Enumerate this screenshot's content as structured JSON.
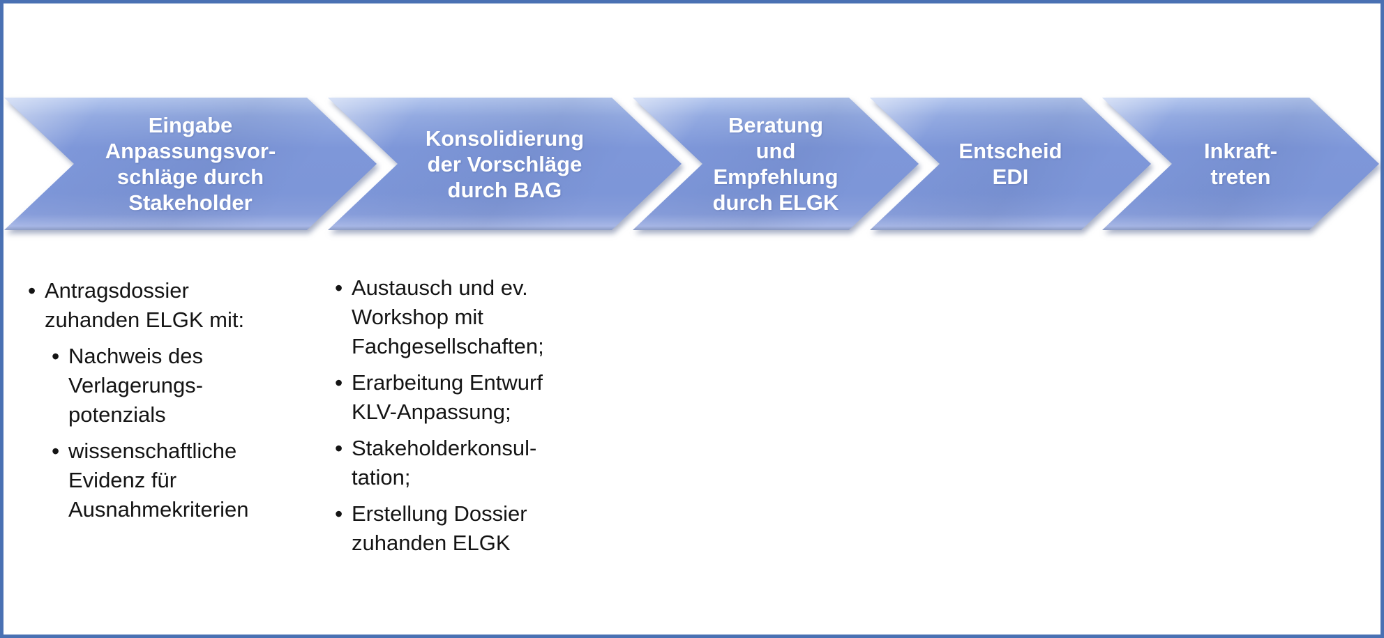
{
  "frame": {
    "border_color": "#4a71b3",
    "background": "#ffffff"
  },
  "process": {
    "type": "chevron-flow",
    "arrow_color": "#7d96d8",
    "arrow_color_light": "#b3c6ee",
    "text_color": "#ffffff",
    "steps": [
      {
        "label": "Eingabe\nAnpassungsvor-\nschläge durch\nStakeholder"
      },
      {
        "label": "Konsolidierung\nder Vorschläge\ndurch BAG"
      },
      {
        "label": "Beratung\nund\nEmpfehlung\ndurch ELGK"
      },
      {
        "label": "Entscheid\nEDI"
      },
      {
        "label": "Inkraft-\ntreten"
      }
    ]
  },
  "bullet_char": "•",
  "details": {
    "column1": {
      "items": [
        {
          "level": 1,
          "text": "Antragsdossier\nzuhanden ELGK mit:"
        },
        {
          "level": 2,
          "text": "Nachweis des\nVerlagerungs-\npotenzials"
        },
        {
          "level": 2,
          "text": "wissenschaftliche\nEvidenz für\nAusnahmekriterien"
        }
      ]
    },
    "column2": {
      "items": [
        {
          "level": 1,
          "text": "Austausch und ev.\nWorkshop mit\nFachgesellschaften;"
        },
        {
          "level": 1,
          "text": "Erarbeitung Entwurf\nKLV-Anpassung;"
        },
        {
          "level": 1,
          "text": "Stakeholderkonsul-\ntation;"
        },
        {
          "level": 1,
          "text": "Erstellung Dossier\nzuhanden ELGK"
        }
      ]
    }
  }
}
